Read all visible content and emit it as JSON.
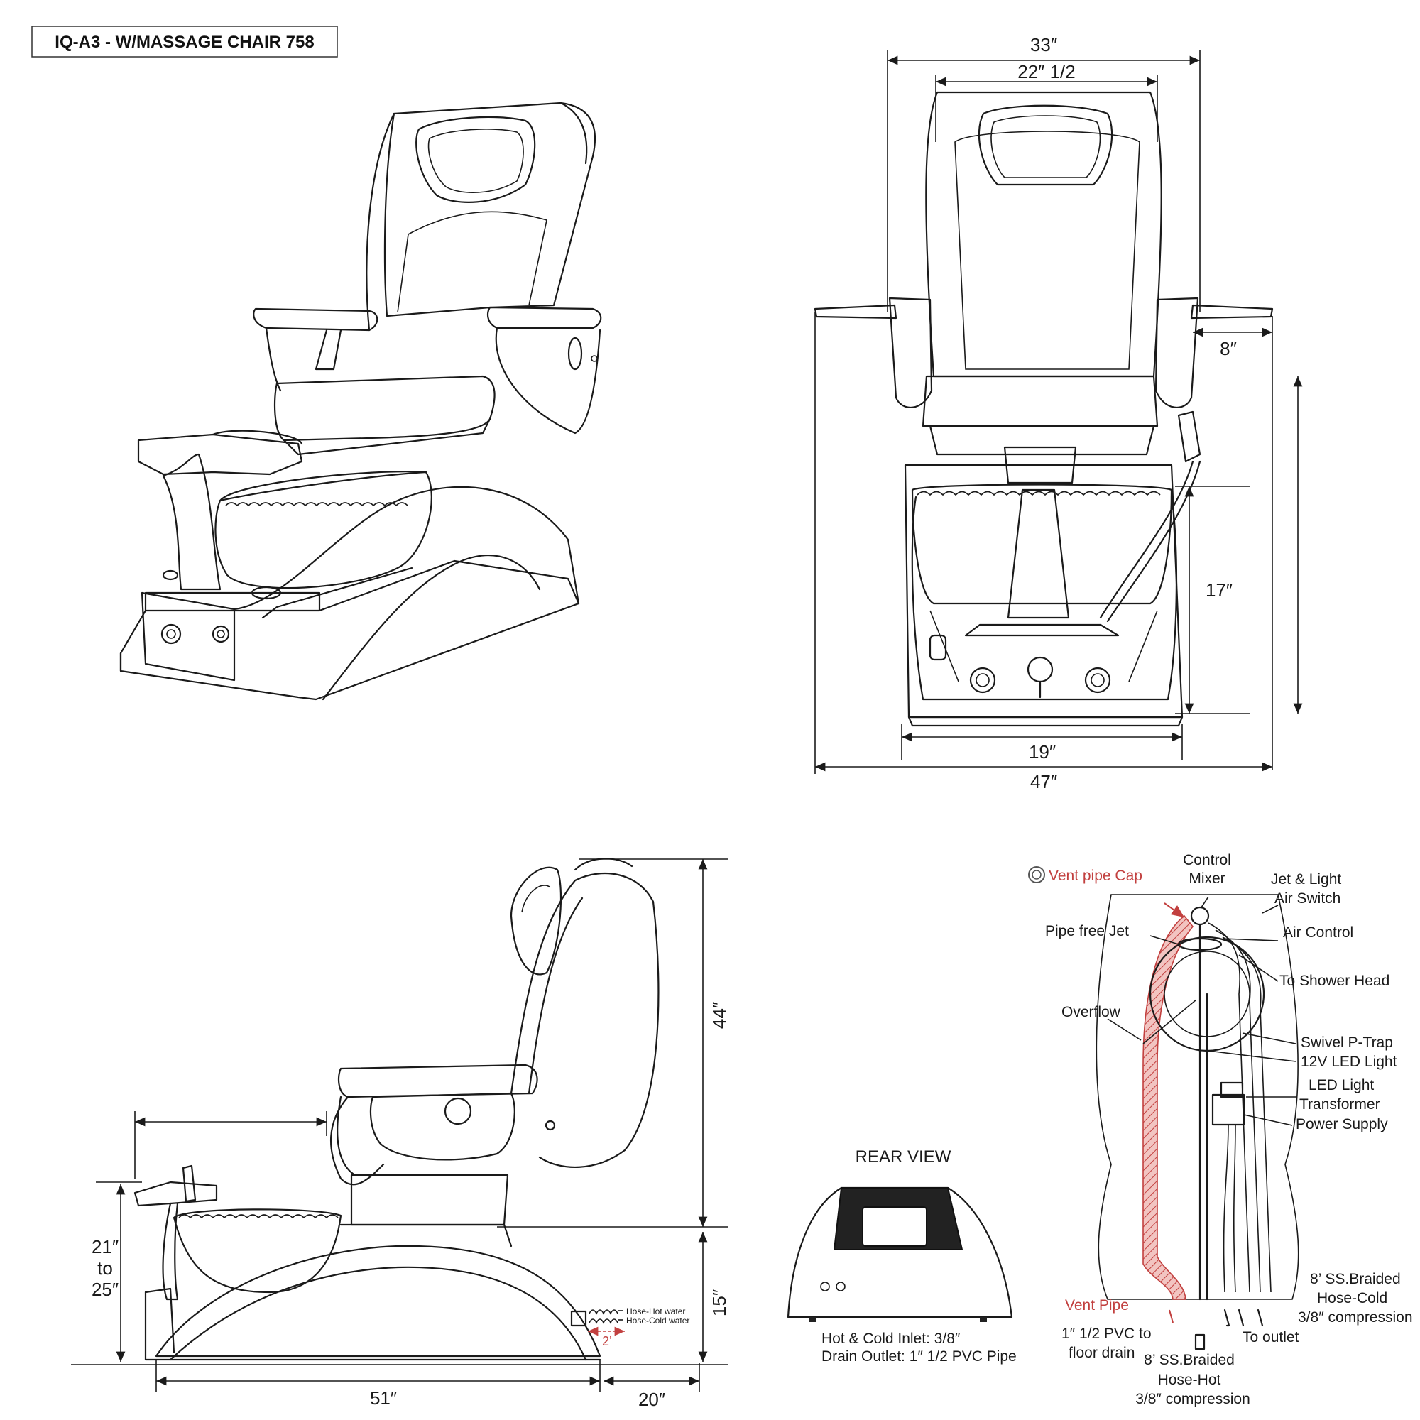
{
  "title": "IQ-A3 - W/MASSAGE CHAIR 758",
  "front_view": {
    "dims": {
      "overall_top": "33″",
      "back_width": "22″ 1/2",
      "tray": "8″",
      "height": "17″",
      "base": "19″",
      "overall": "47″"
    }
  },
  "side_view": {
    "dims": {
      "total_height": "44″",
      "bowl_height": "15″",
      "base_length": "51″",
      "clearance": "20″",
      "drain_offset": "2’"
    },
    "footrest_height": [
      "21″",
      "to",
      "25″"
    ],
    "hoses": {
      "hot": "Hose-Hot water",
      "cold": "Hose-Cold water"
    }
  },
  "rear_view": {
    "title": "REAR VIEW",
    "specs": [
      "Hot & Cold Inlet: 3/8″",
      "Drain Outlet: 1″ 1/2 PVC Pipe"
    ]
  },
  "plumbing": {
    "vent_cap": "Vent pipe Cap",
    "control_mixer": [
      "Control",
      "Mixer"
    ],
    "jet_light": [
      "Jet & Light",
      "Air Switch"
    ],
    "pipe_free_jet": "Pipe free Jet",
    "air_control": "Air Control",
    "shower_head": "To Shower Head",
    "overflow": "Overflow",
    "swivel": "Swivel P-Trap",
    "led_12v": "12V LED Light",
    "led_transformer": [
      "LED Light",
      "Transformer"
    ],
    "power_supply": "Power Supply",
    "cold_hose": [
      "8’ SS.Braided",
      "Hose-Cold",
      "3/8″ compression"
    ],
    "vent_pipe": "Vent Pipe",
    "pvc": [
      "1″ 1/2 PVC to",
      "floor drain"
    ],
    "to_outlet": "To outlet",
    "hot_hose": [
      "8’ SS.Braided",
      "Hose-Hot",
      "3/8″ compression"
    ],
    "colors": {
      "vent": "#c2403f",
      "vent_fill": "#e8a3a0"
    }
  }
}
